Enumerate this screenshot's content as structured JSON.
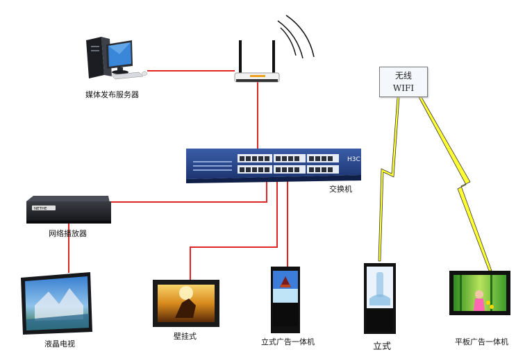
{
  "labels": {
    "media_server": "媒体发布服务器",
    "switch": "交换机",
    "network_player": "网络播放器",
    "lcd_tv": "液晶电视",
    "wall_mounted": "壁挂式",
    "standing_ad_machine": "立式广告一体机",
    "standing": "立式",
    "tablet_ad_machine": "平板广告一体机",
    "wifi_line1": "无线",
    "wifi_line2": "WIFI",
    "switch_brand": "H3C",
    "player_brand": "NETHE"
  },
  "colors": {
    "wire": "#e02424",
    "wireless_bolt": "#ffff33",
    "bolt_outline": "#333333"
  }
}
